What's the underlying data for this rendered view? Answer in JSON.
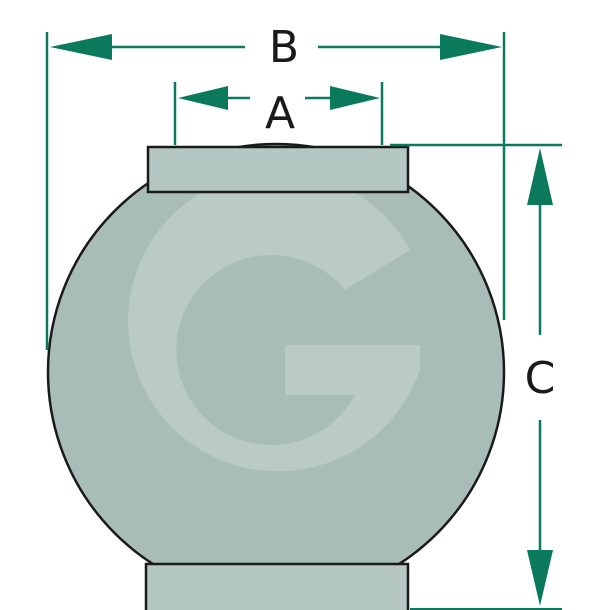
{
  "labels": {
    "a": "A",
    "b": "B",
    "c": "C"
  },
  "colors": {
    "dimension": "#0b7a5c",
    "body_fill": "#a8bcb8",
    "collar_fill": "#b4c7c3",
    "outline": "#1a1a1a",
    "background": "#ffffff"
  }
}
